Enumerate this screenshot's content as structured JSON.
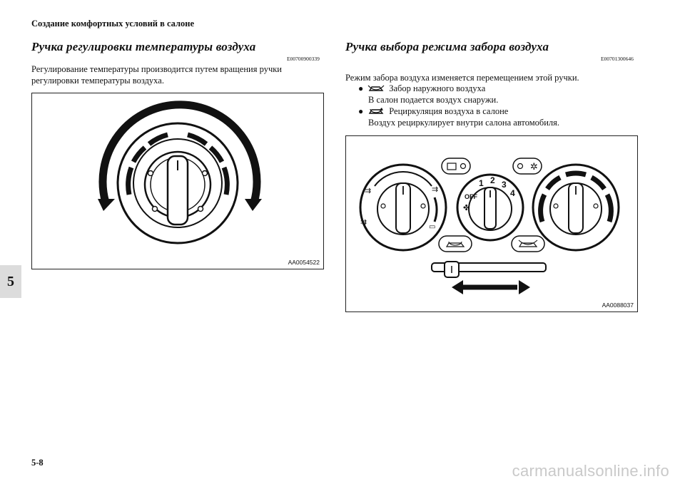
{
  "header": {
    "running_title": "Создание комфортных условий в салоне"
  },
  "left": {
    "title": "Ручка регулировки температуры воздуха",
    "code": "E00700900339",
    "paragraph_line1": "Регулирование температуры производится путем вращения ручки",
    "paragraph_line2": "регулировки температуры воздуха.",
    "figure_code": "AA0054522"
  },
  "right": {
    "title": "Ручка выбора режима забора воздуха",
    "code": "E00701300646",
    "intro": "Режим забора воздуха изменяется перемещением этой ручки.",
    "bullets": [
      {
        "label": "Забор наружного воздуха",
        "desc": "В салон подается воздух снаружи.",
        "icon": "outside-air-icon"
      },
      {
        "label": "Рециркуляция воздуха в салоне",
        "desc": "Воздух рециркулирует внутри салона автомобиля.",
        "icon": "recirculation-icon"
      }
    ],
    "figure_code": "AA0088037",
    "fan_labels": {
      "off": "OFF",
      "s1": "1",
      "s2": "2",
      "s3": "3",
      "s4": "4"
    }
  },
  "chapter_tab": "5",
  "page_number": "5-8",
  "watermark": "carmanualsonline.info"
}
